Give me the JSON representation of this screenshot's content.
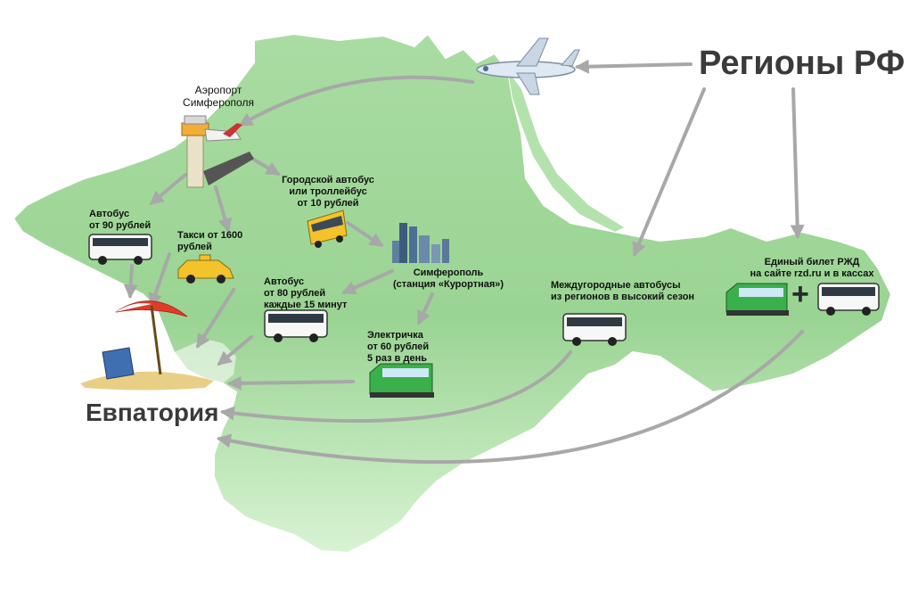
{
  "title_regions": "Регионы РФ",
  "destination": "Евпатория",
  "airport_label": "Аэропорт\nСимферополя",
  "labels": {
    "city_bus": "Городской автобус\nили троллейбус\nот 10 рублей",
    "bus_90": "Автобус\nот 90 рублей",
    "taxi": "Такси от 1600\nрублей",
    "simferopol": "Симферополь\n(станция «Курортная»)",
    "bus_80": "Автобус\nот 80 рублей\nкаждые 15 минут",
    "train": "Электричка\nот 60 рублей\n5 раз в день",
    "intercity": "Междугородные автобусы\nиз регионов в высокий сезон",
    "rzd": "Единый билет РЖД\nна сайте rzd.ru и в кассах"
  },
  "plus_sign": "+",
  "colors": {
    "land": "#9fd69a",
    "land_light": "#c6ecbf",
    "arrow": "#a8a8a8",
    "title": "#3a3a3a"
  },
  "icons": [
    "airplane-icon",
    "airport-tower-icon",
    "bus-icon",
    "taxi-icon",
    "city-bus-icon",
    "city-skyline-icon",
    "train-icon",
    "beach-umbrella-icon"
  ]
}
